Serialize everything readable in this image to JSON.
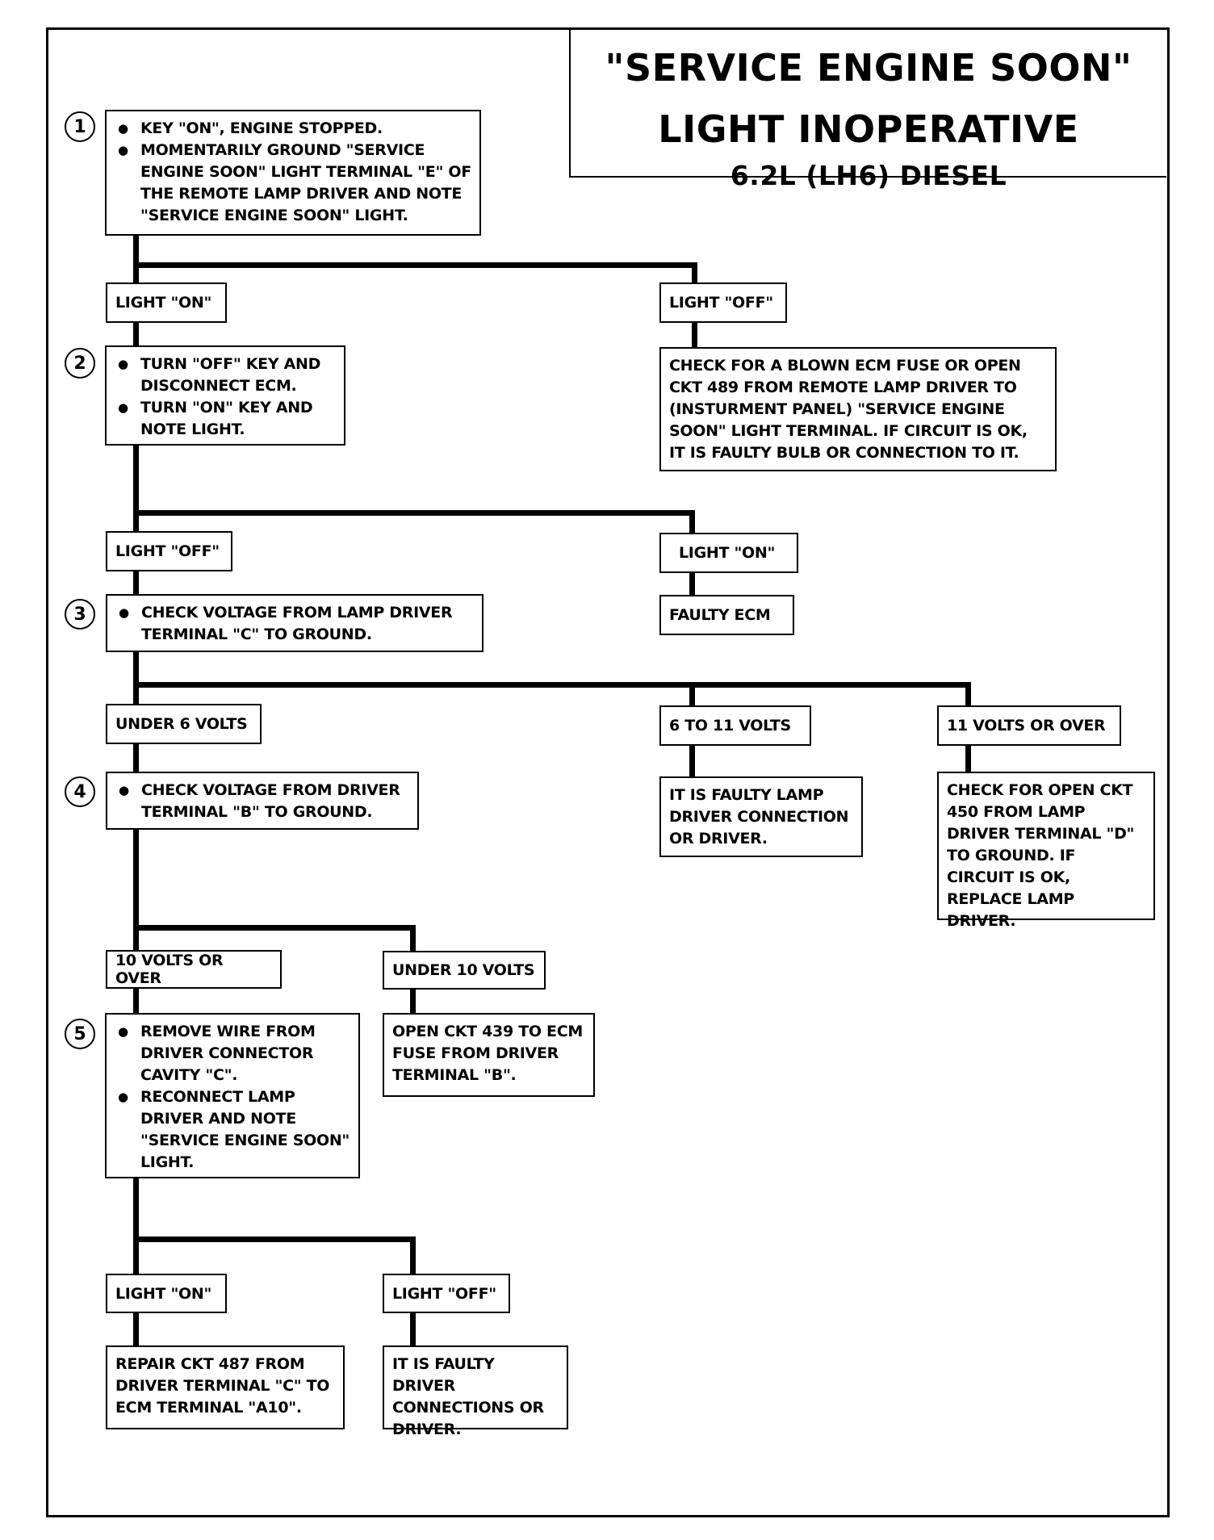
{
  "title": {
    "line1": "\"SERVICE ENGINE SOON\"",
    "line2": "LIGHT INOPERATIVE",
    "line3": "6.2L  (LH6)  DIESEL"
  },
  "steps": {
    "s1": {
      "num": "1",
      "bullets": [
        "KEY \"ON\", ENGINE STOPPED.",
        "MOMENTARILY GROUND \"SERVICE ENGINE SOON\" LIGHT TERMINAL \"E\" OF THE REMOTE LAMP DRIVER  AND NOTE \"SERVICE ENGINE SOON\" LIGHT."
      ]
    },
    "s2": {
      "num": "2",
      "bullets": [
        "TURN \"OFF\" KEY  AND DISCONNECT ECM.",
        "TURN \"ON\" KEY AND NOTE LIGHT."
      ]
    },
    "s3": {
      "num": "3",
      "bullets": [
        "CHECK VOLTAGE FROM LAMP DRIVER TERMINAL \"C\" TO GROUND."
      ]
    },
    "s4": {
      "num": "4",
      "bullets": [
        "CHECK VOLTAGE FROM DRIVER TERMINAL \"B\" TO GROUND."
      ]
    },
    "s5": {
      "num": "5",
      "bullets": [
        "REMOVE WIRE FROM DRIVER CONNECTOR CAVITY \"C\".",
        "RECONNECT LAMP DRIVER AND NOTE \"SERVICE ENGINE SOON\" LIGHT."
      ]
    }
  },
  "labels": {
    "s1_on": "LIGHT \"ON\"",
    "s1_off": "LIGHT \"OFF\"",
    "s2_off": "LIGHT \"OFF\"",
    "s2_on": "LIGHT \"ON\"",
    "s3_under6": "UNDER 6 VOLTS",
    "s3_6to11": "6 TO 11 VOLTS",
    "s3_11over": "11 VOLTS OR OVER",
    "s4_10over": "10 VOLTS OR OVER",
    "s4_under10": "UNDER 10 VOLTS",
    "s5_on": "LIGHT \"ON\"",
    "s5_off": "LIGHT \"OFF\""
  },
  "results": {
    "blown_fuse": "CHECK FOR A BLOWN ECM FUSE OR OPEN CKT 489 FROM REMOTE LAMP DRIVER TO (INSTURMENT PANEL) \"SERVICE ENGINE SOON\" LIGHT TERMINAL.  IF CIRCUIT IS OK, IT IS FAULTY BULB OR CONNECTION TO IT.",
    "faulty_ecm": "FAULTY ECM",
    "faulty_lamp_driver": "IT IS FAULTY LAMP DRIVER CONNECTION OR DRIVER.",
    "open_ckt_450": "CHECK FOR OPEN CKT 450 FROM LAMP DRIVER TERMINAL \"D\" TO GROUND.  IF CIRCUIT IS OK, REPLACE LAMP DRIVER.",
    "open_ckt_439": "OPEN CKT 439 TO ECM FUSE FROM DRIVER TERMINAL \"B\".",
    "repair_ckt_487": "REPAIR CKT 487 FROM DRIVER TERMINAL \"C\" TO ECM TERMINAL \"A10\".",
    "faulty_driver_conn": "IT IS FAULTY DRIVER CONNECTIONS OR DRIVER."
  }
}
